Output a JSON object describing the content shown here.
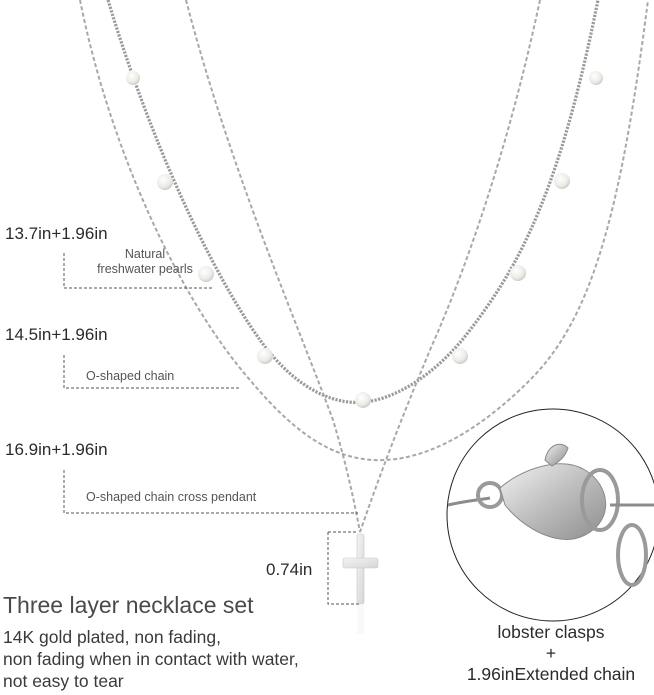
{
  "product": {
    "title": "Three layer necklace set",
    "features": [
      "14K gold plated, non fading,",
      "non fading when in contact with water,",
      "not easy to tear"
    ]
  },
  "layers": [
    {
      "length": "13.7in+1.96in",
      "desc_line1": "Natural",
      "desc_line2": "freshwater pearls"
    },
    {
      "length": "14.5in+1.96in",
      "desc": "O-shaped chain"
    },
    {
      "length": "16.9in+1.96in",
      "desc": "O-shaped chain cross pendant"
    }
  ],
  "pendant": {
    "height": "0.74in"
  },
  "clasp": {
    "line1": "lobster clasps",
    "line2": "+",
    "line3": "1.96inExtended chain"
  },
  "colors": {
    "chain": "#b5b5b5",
    "pearl": "#f3f1ec",
    "dash": "#555555",
    "circle": "#222222"
  }
}
